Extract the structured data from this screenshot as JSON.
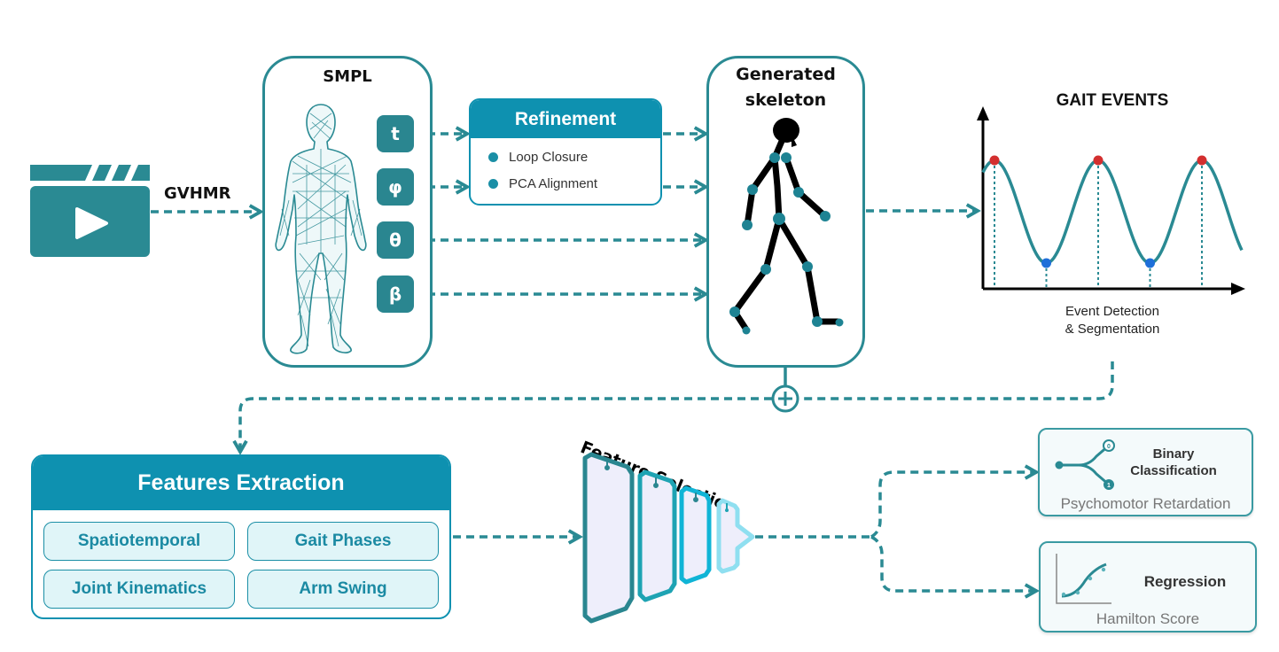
{
  "colors": {
    "teal": "#2a8a93",
    "header_blue": "#0e91b0",
    "peak_red": "#d32f2f",
    "valley_blue": "#1e6fd9",
    "chip_bg": "#e0f5f8",
    "fs_layer1": "#2a8690",
    "fs_layer2": "#1ea3b3",
    "fs_layer3": "#10b4d6",
    "fs_layer4": "#8fdff0"
  },
  "input": {
    "icon": "video-clapperboard-icon",
    "edge_label": "GVHMR"
  },
  "smpl": {
    "title": "SMPL",
    "body_icon": "wireframe-human-mesh-icon",
    "params": [
      "t",
      "φ",
      "θ",
      "β"
    ]
  },
  "refinement": {
    "title": "Refinement",
    "items": [
      "Loop Closure",
      "PCA Alignment"
    ]
  },
  "skeleton": {
    "title_line1": "Generated",
    "title_line2": "skeleton"
  },
  "gait_events": {
    "title": "GAIT EVENTS",
    "caption_line1": "Event Detection",
    "caption_line2": "& Segmentation",
    "peaks": 3,
    "valleys": 2
  },
  "merge": {
    "symbol": "+"
  },
  "features_extraction": {
    "title": "Features Extraction",
    "chips": [
      "Spatiotemporal",
      "Gait Phases",
      "Joint Kinematics",
      "Arm Swing"
    ]
  },
  "feature_selection": {
    "title": "Feature Selection"
  },
  "outputs": {
    "classification": {
      "title_line1": "Binary",
      "title_line2": "Classification",
      "subtitle": "Psychomotor Retardation",
      "branch_labels": [
        "0",
        "1"
      ]
    },
    "regression": {
      "title": "Regression",
      "subtitle": "Hamilton Score"
    }
  }
}
